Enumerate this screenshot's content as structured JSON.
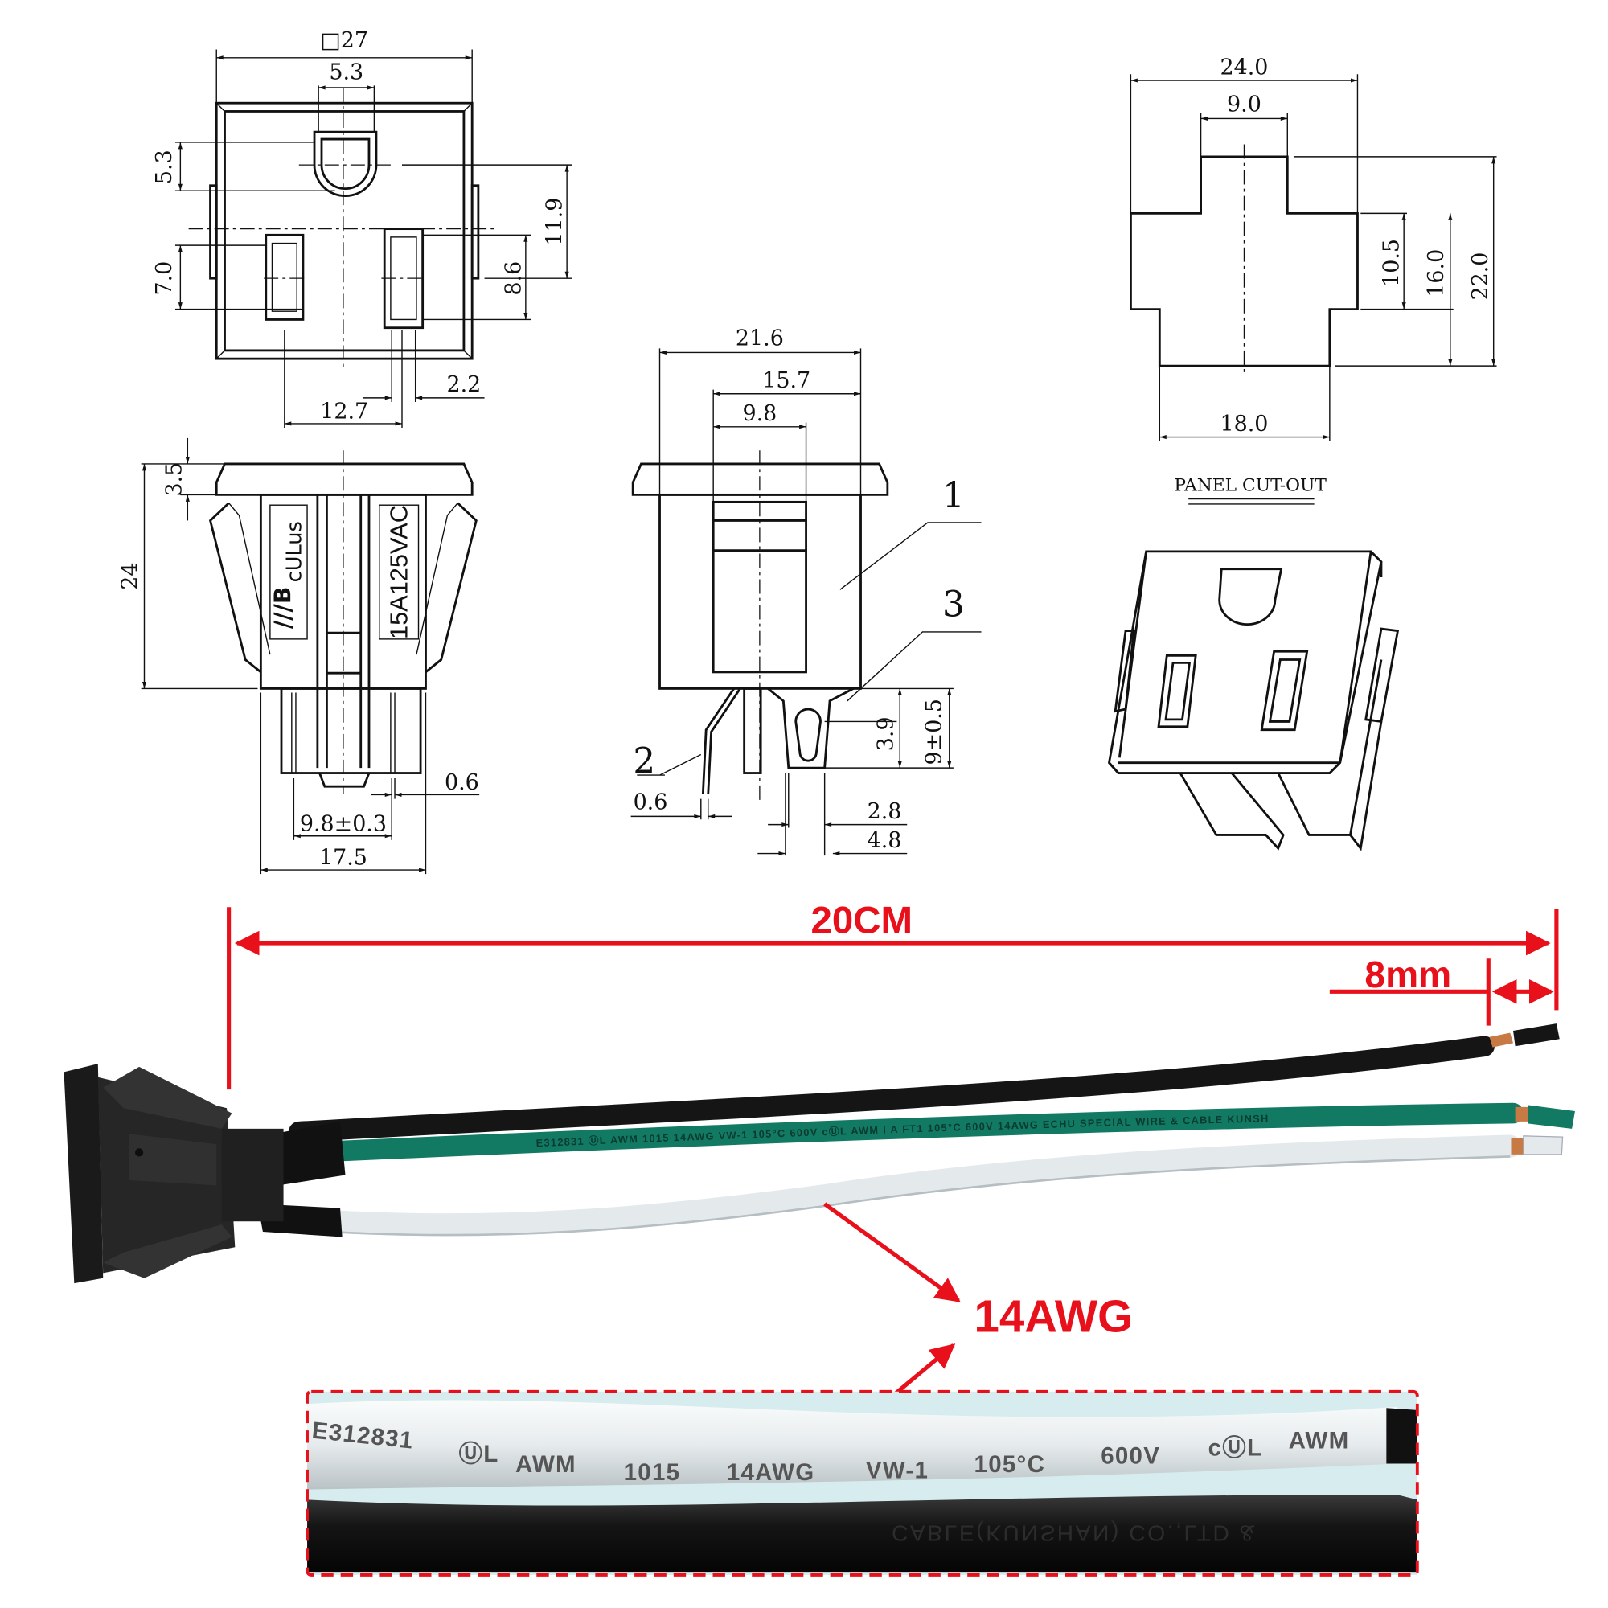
{
  "front_view": {
    "width_square": "□27",
    "ground_width": "5.3",
    "ground_height": "5.3",
    "slot_height_left": "7.0",
    "slot_offset": "11.9",
    "slot_height_right": "8.6",
    "slot_width": "2.2",
    "slot_spacing": "12.7"
  },
  "side_view": {
    "flange": "3.5",
    "height": "24",
    "rating": "15A125VAC",
    "cert_mark": "cULus",
    "pin_thickness": "0.6",
    "pin_spacing": "9.8±0.3",
    "body_width": "17.5"
  },
  "profile_view": {
    "flange_width": "21.6",
    "body_width": "15.7",
    "inner_width": "9.8",
    "callouts": [
      "1",
      "2",
      "3"
    ],
    "tab_height": "3.9",
    "pin_length": "9±0.5",
    "pin_thickness": "0.6",
    "ground_tab": "2.8",
    "ground_width": "4.8"
  },
  "panel_cutout": {
    "label": "PANEL CUT-OUT",
    "overall_width": "24.0",
    "top_width": "9.0",
    "side_height": "10.5",
    "lower_height": "16.0",
    "overall_height": "22.0",
    "bottom_width": "18.0"
  },
  "photo": {
    "length_label": "20CM",
    "strip_label": "8mm",
    "gauge_label": "14AWG",
    "green_wire_print": "E312831  ⓊL  AWM  1015  14AWG  VW-1  105°C  600V  cⓊL  AWM  I  A  FT1  105°C  600V  14AWG  ECHU  SPECIAL  WIRE  &  CABLE  KUNSH",
    "inset_white_print": [
      "E312831",
      "ⓊL",
      "AWM",
      "1015",
      "14AWG",
      "VW-1",
      "105°C",
      "600V",
      "cⓊL",
      "AWM"
    ],
    "inset_black_print": "CABLE(KUNSHAN)  CO.,LTD   &",
    "colors": {
      "annotation": "#e8101a",
      "green_wire": "#127a63",
      "black_wire": "#151515",
      "white_wire": "#e9eef0",
      "inset_bg": "#d7ecee"
    }
  }
}
